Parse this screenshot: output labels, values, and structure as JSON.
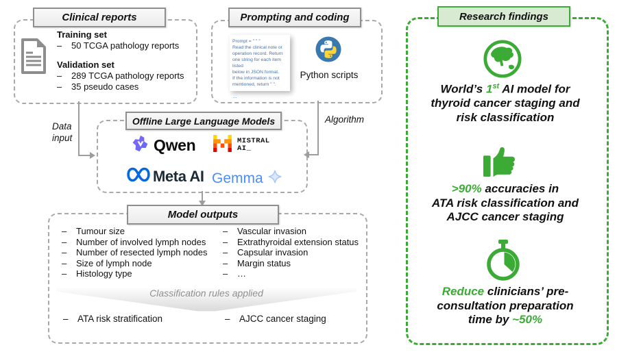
{
  "bullet": "–",
  "colors": {
    "accent_green": "#3bab35",
    "green_title_bg": "#d9ead3",
    "gray_dash_border": "#a8a8a8",
    "gray_title_bg": "#f2f2f2",
    "prompt_text_blue": "#4a72a8",
    "python_circle_blue": "#3a79ad",
    "meta_blue": "#0668e1",
    "gemma_blue": "#4c8df6",
    "qwen_purple": "#6f62f0",
    "arrow_gray": "#9d9d9d"
  },
  "clinical": {
    "title": "Clinical reports",
    "training_label": "Training set",
    "training_items": [
      "50 TCGA pathology reports"
    ],
    "validation_label": "Validation set",
    "validation_items": [
      "289 TCGA pathology reports",
      "35 pseudo cases"
    ]
  },
  "prompting": {
    "title": "Prompting and coding",
    "prompt_lines": [
      "Prompt = \" \" \"",
      "Read the clinical note or",
      "operation record. Return",
      "one string for each item listed",
      "below in JSON format.",
      "If the information is not",
      "mentioned, return \" \".",
      "",
      "…"
    ],
    "python_label": "Python scripts"
  },
  "edges": {
    "data_input": "Data\ninput",
    "algorithm": "Algorithm"
  },
  "llm": {
    "title": "Offline Large Language Models",
    "qwen_label": "Qwen",
    "mistral_label_line1": "MISTRAL",
    "mistral_label_line2": "AI_",
    "meta_label": "Meta AI",
    "gemma_label": "Gemma"
  },
  "outputs": {
    "title": "Model outputs",
    "left_items": [
      "Tumour size",
      "Number of involved lymph nodes",
      "Number of resected lymph nodes",
      "Size of lymph node",
      "Histology type"
    ],
    "right_items": [
      "Vascular invasion",
      "Extrathyroidal extension status",
      "Capsular invasion",
      "Margin status",
      "…"
    ],
    "rules_label": "Classification rules applied",
    "final_left": "ATA risk stratification",
    "final_right": "AJCC cancer staging"
  },
  "findings": {
    "title": "Research findings",
    "items": [
      {
        "icon": "globe-icon",
        "lines": [
          [
            {
              "t": "World’s "
            },
            {
              "t": "1",
              "green": true
            },
            {
              "t": "st",
              "green": true,
              "sup": true
            },
            {
              "t": " AI model for"
            }
          ],
          [
            {
              "t": "thyroid cancer staging and"
            }
          ],
          [
            {
              "t": "risk classification"
            }
          ]
        ]
      },
      {
        "icon": "thumbs-up-icon",
        "lines": [
          [
            {
              "t": ">90%",
              "green": true
            },
            {
              "t": " accuracies in"
            }
          ],
          [
            {
              "t": "ATA risk classification and"
            }
          ],
          [
            {
              "t": "AJCC cancer staging"
            }
          ]
        ]
      },
      {
        "icon": "stopwatch-icon",
        "lines": [
          [
            {
              "t": "Reduce",
              "green": true
            },
            {
              "t": " clinicians’ pre-"
            }
          ],
          [
            {
              "t": "consultation preparation"
            }
          ],
          [
            {
              "t": "time by "
            },
            {
              "t": "~50%",
              "green": true
            }
          ]
        ]
      }
    ]
  }
}
